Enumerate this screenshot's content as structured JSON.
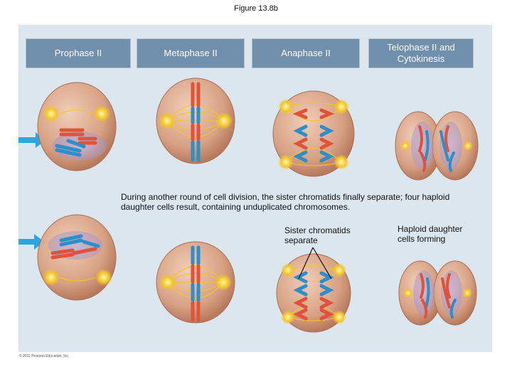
{
  "figure_title": "Figure 13.8b",
  "stages": [
    {
      "label": "Prophase II"
    },
    {
      "label": "Metaphase II"
    },
    {
      "label": "Anaphase II"
    },
    {
      "label": "Telophase II and Cytokinesis"
    }
  ],
  "caption": "During another round of cell division, the sister chromatids finally separate; four haploid daughter cells result, containing unduplicated chromosomes.",
  "annotations": {
    "sister_chromatids": "Sister chromatids separate",
    "haploid_cells": "Haploid daughter cells forming"
  },
  "copyright": "© 2011 Pearson Education, Inc.",
  "colors": {
    "panel": "#dce6ee",
    "stage_box": "#6f8fab",
    "cell": "#d7a184",
    "chromosome_red": "#e0533b",
    "chromosome_blue": "#2c8fc9",
    "spindle": "#f2c52a",
    "arrow": "#2aa6e0"
  }
}
